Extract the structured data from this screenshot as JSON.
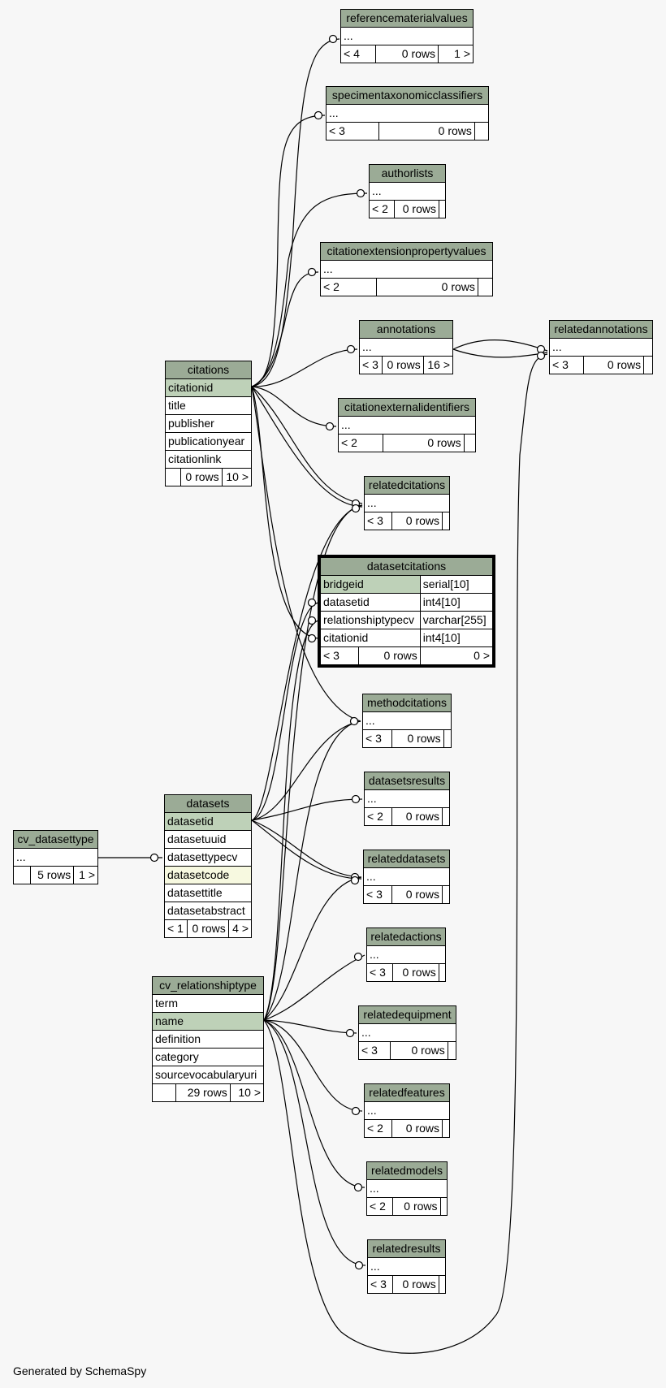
{
  "footer": "Generated by SchemaSpy",
  "colors": {
    "background": "#f7f7f7",
    "header": "#9bab96",
    "primary_key": "#bed1b8",
    "indexed": "#f7f9e0"
  },
  "tables": {
    "referencematerialvalues": {
      "name": "referencematerialvalues",
      "columns": [
        "..."
      ],
      "foot": [
        "< 4",
        "0 rows",
        "1 >"
      ]
    },
    "specimentaxonomicclassifiers": {
      "name": "specimentaxonomicclassifiers",
      "columns": [
        "..."
      ],
      "foot": [
        "< 3",
        "0 rows",
        ""
      ]
    },
    "authorlists": {
      "name": "authorlists",
      "columns": [
        "..."
      ],
      "foot": [
        "< 2",
        "0 rows",
        ""
      ]
    },
    "citationextensionpropertyvalues": {
      "name": "citationextensionpropertyvalues",
      "columns": [
        "..."
      ],
      "foot": [
        "< 2",
        "0 rows",
        ""
      ]
    },
    "annotations": {
      "name": "annotations",
      "columns": [
        "..."
      ],
      "foot": [
        "< 3",
        "0 rows",
        "16 >"
      ]
    },
    "relatedannotations": {
      "name": "relatedannotations",
      "columns": [
        "..."
      ],
      "foot": [
        "< 3",
        "0 rows",
        ""
      ]
    },
    "citations": {
      "name": "citations",
      "columns": [
        "citationid",
        "title",
        "publisher",
        "publicationyear",
        "citationlink"
      ],
      "foot": [
        "",
        "0 rows",
        "10 >"
      ]
    },
    "citationexternalidentifiers": {
      "name": "citationexternalidentifiers",
      "columns": [
        "..."
      ],
      "foot": [
        "< 2",
        "0 rows",
        ""
      ]
    },
    "relatedcitations": {
      "name": "relatedcitations",
      "columns": [
        "..."
      ],
      "foot": [
        "< 3",
        "0 rows",
        ""
      ]
    },
    "datasetcitations": {
      "name": "datasetcitations",
      "columns": [
        [
          "bridgeid",
          "serial[10]"
        ],
        [
          "datasetid",
          "int4[10]"
        ],
        [
          "relationshiptypecv",
          "varchar[255]"
        ],
        [
          "citationid",
          "int4[10]"
        ]
      ],
      "foot": [
        "< 3",
        "0 rows",
        "0 >"
      ]
    },
    "methodcitations": {
      "name": "methodcitations",
      "columns": [
        "..."
      ],
      "foot": [
        "< 3",
        "0 rows",
        ""
      ]
    },
    "datasetsresults": {
      "name": "datasetsresults",
      "columns": [
        "..."
      ],
      "foot": [
        "< 2",
        "0 rows",
        ""
      ]
    },
    "cv_datasettype": {
      "name": "cv_datasettype",
      "columns": [
        "..."
      ],
      "foot": [
        "",
        "5 rows",
        "1 >"
      ]
    },
    "datasets": {
      "name": "datasets",
      "columns": [
        "datasetid",
        "datasetuuid",
        "datasettypecv",
        "datasetcode",
        "datasettitle",
        "datasetabstract"
      ],
      "foot": [
        "< 1",
        "0 rows",
        "4 >"
      ]
    },
    "relateddatasets": {
      "name": "relateddatasets",
      "columns": [
        "..."
      ],
      "foot": [
        "< 3",
        "0 rows",
        ""
      ]
    },
    "relatedactions": {
      "name": "relatedactions",
      "columns": [
        "..."
      ],
      "foot": [
        "< 3",
        "0 rows",
        ""
      ]
    },
    "cv_relationshiptype": {
      "name": "cv_relationshiptype",
      "columns": [
        "term",
        "name",
        "definition",
        "category",
        "sourcevocabularyuri"
      ],
      "foot": [
        "",
        "29 rows",
        "10 >"
      ]
    },
    "relatedequipment": {
      "name": "relatedequipment",
      "columns": [
        "..."
      ],
      "foot": [
        "< 3",
        "0 rows",
        ""
      ]
    },
    "relatedfeatures": {
      "name": "relatedfeatures",
      "columns": [
        "..."
      ],
      "foot": [
        "< 2",
        "0 rows",
        ""
      ]
    },
    "relatedmodels": {
      "name": "relatedmodels",
      "columns": [
        "..."
      ],
      "foot": [
        "< 2",
        "0 rows",
        ""
      ]
    },
    "relatedresults": {
      "name": "relatedresults",
      "columns": [
        "..."
      ],
      "foot": [
        "< 3",
        "0 rows",
        ""
      ]
    }
  }
}
